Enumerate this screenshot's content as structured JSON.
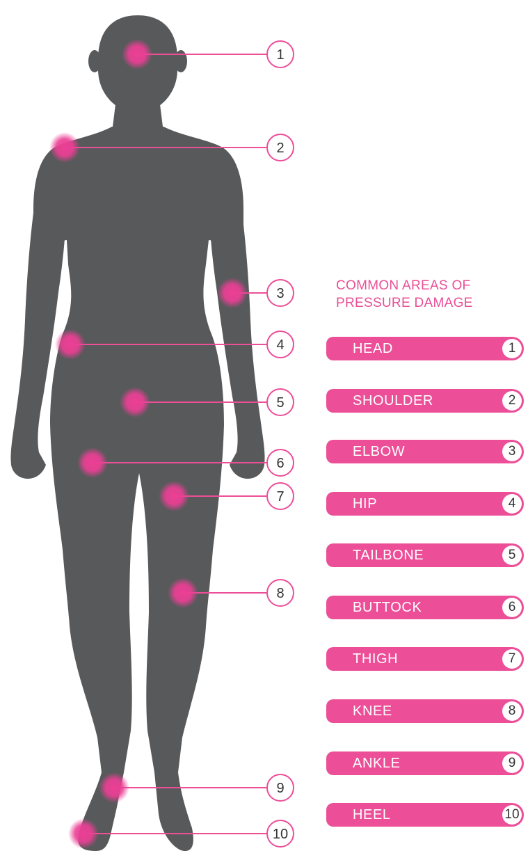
{
  "legend": {
    "title_line1": "COMMON AREAS OF",
    "title_line2": "PRESSURE DAMAGE",
    "items": [
      {
        "label": "HEAD",
        "num": "1"
      },
      {
        "label": "SHOULDER",
        "num": "2"
      },
      {
        "label": "ELBOW",
        "num": "3"
      },
      {
        "label": "HIP",
        "num": "4"
      },
      {
        "label": "TAILBONE",
        "num": "5"
      },
      {
        "label": "BUTTOCK",
        "num": "6"
      },
      {
        "label": "THIGH",
        "num": "7"
      },
      {
        "label": "KNEE",
        "num": "8"
      },
      {
        "label": "ANKLE",
        "num": "9"
      },
      {
        "label": "HEEL",
        "num": "10"
      }
    ]
  },
  "callouts": [
    {
      "num": "1",
      "area": "head"
    },
    {
      "num": "2",
      "area": "shoulder"
    },
    {
      "num": "3",
      "area": "elbow"
    },
    {
      "num": "4",
      "area": "hip"
    },
    {
      "num": "5",
      "area": "tailbone"
    },
    {
      "num": "6",
      "area": "buttock"
    },
    {
      "num": "7",
      "area": "thigh"
    },
    {
      "num": "8",
      "area": "knee"
    },
    {
      "num": "9",
      "area": "ankle"
    },
    {
      "num": "10",
      "area": "heel"
    }
  ],
  "colors": {
    "accent": "#ec4e98",
    "silhouette": "#58595b",
    "text_dark": "#333333",
    "background": "#ffffff"
  }
}
